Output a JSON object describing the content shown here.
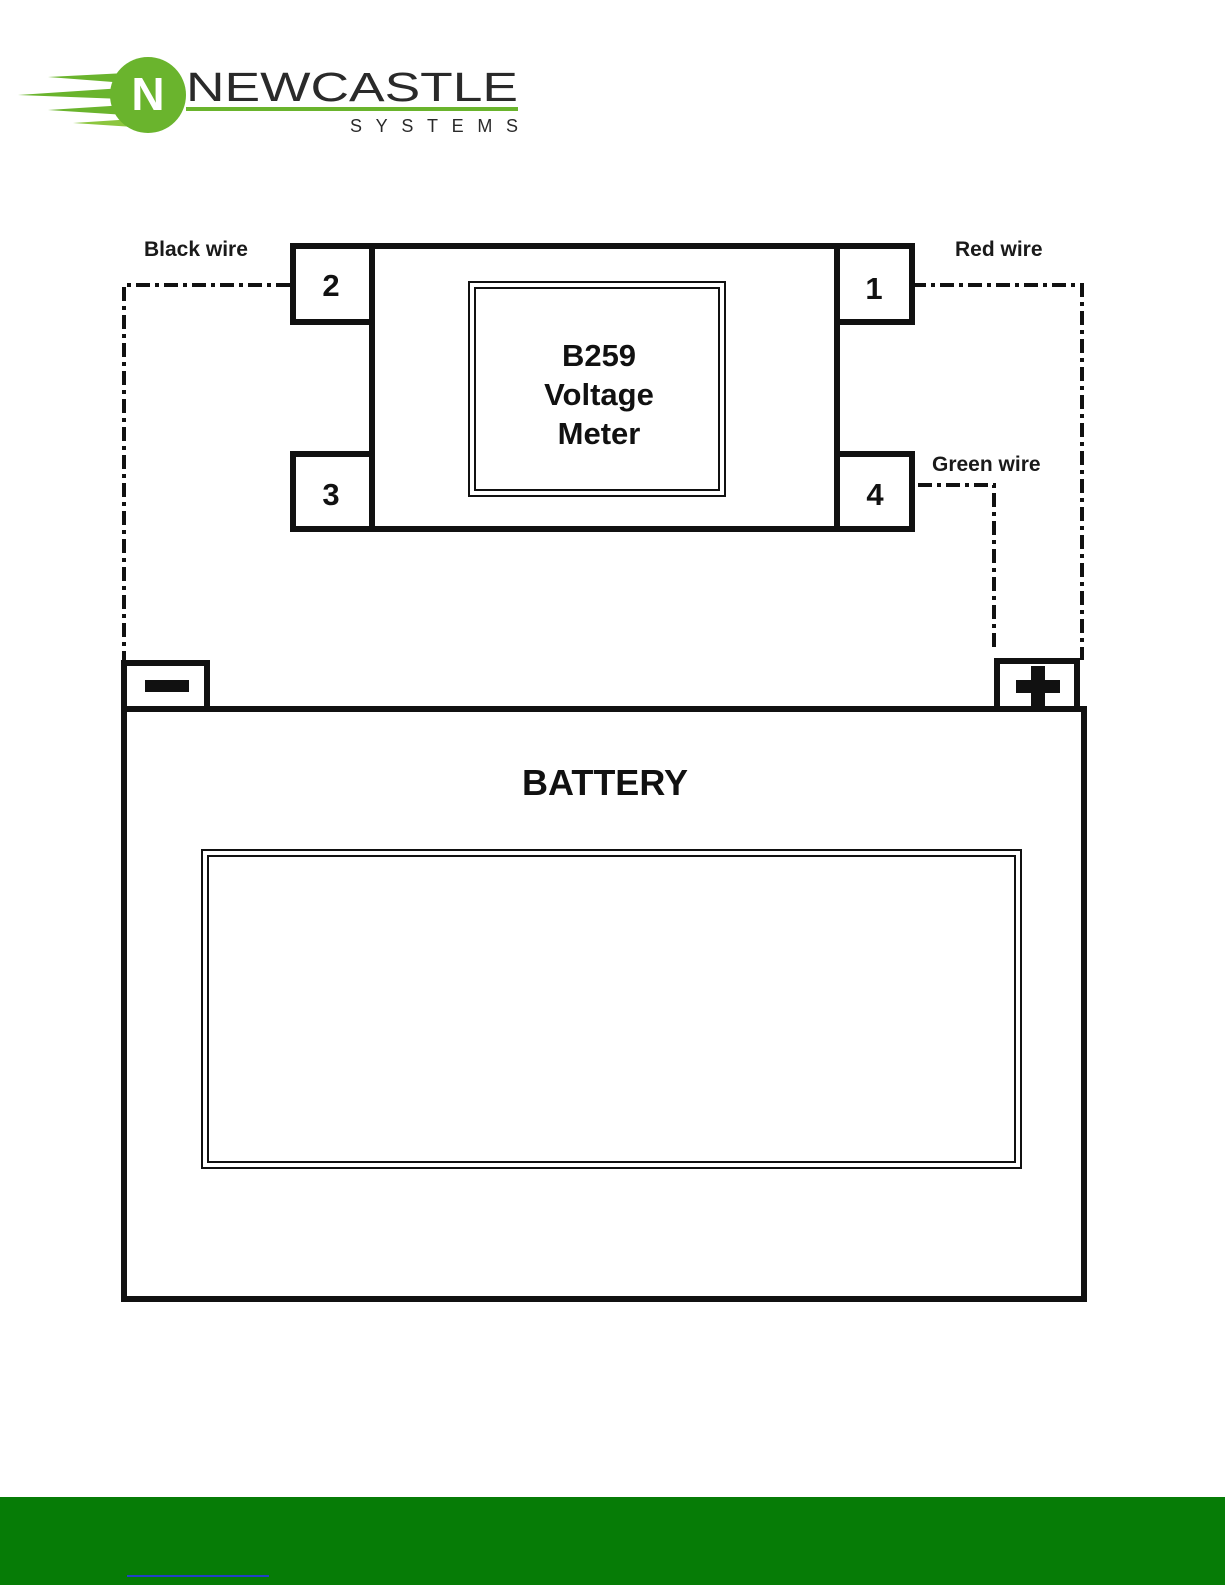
{
  "logo": {
    "brand": "NEWCASTLE",
    "sub": "SYSTEMS",
    "mark": "N",
    "color": "#6ab42d"
  },
  "wires": {
    "black_label": "Black wire",
    "red_label": "Red wire",
    "green_label": "Green wire"
  },
  "meter": {
    "line1": "B259",
    "line2": "Voltage",
    "line3": "Meter",
    "terminals": [
      "1",
      "2",
      "3",
      "4"
    ]
  },
  "battery": {
    "title": "BATTERY",
    "negative_icon": "minus-icon",
    "positive_icon": "plus-icon"
  },
  "footer": {
    "bar_color": "#067c06",
    "link_color": "#2140c8"
  }
}
